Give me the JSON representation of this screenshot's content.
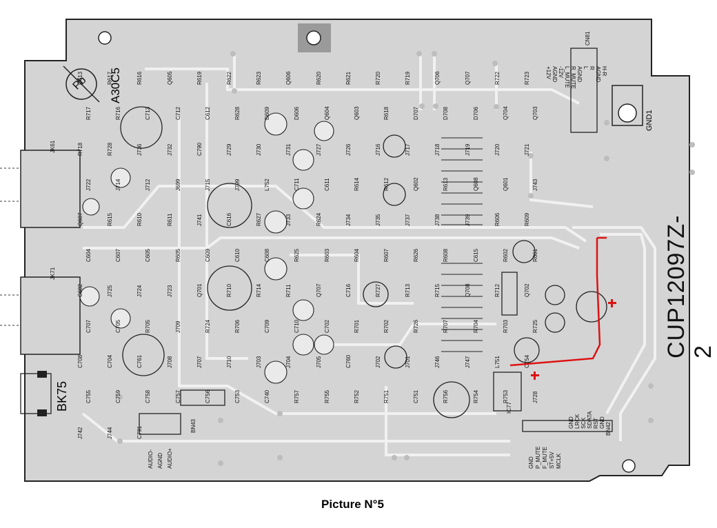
{
  "caption": "Picture N°5",
  "board": {
    "part_number": "CUP12097Z-2",
    "board_code": "A30C5",
    "pb_mark": "Pb",
    "connector_bk75": "BK75",
    "ground_label": "GND1",
    "jacks": [
      "JK61",
      "JK71"
    ],
    "connectors": [
      "CN81",
      "BN42",
      "BN43"
    ],
    "ic": "IC77",
    "audio_pins": [
      "AUDIO-",
      "AGND",
      "AUDIO+"
    ],
    "cn81_pins": [
      "+12V",
      "AGND",
      "-12V",
      "L_MUTE",
      "R_MUTE",
      "AGND",
      "L",
      "R",
      "AGND",
      "H-R"
    ],
    "bn42_pins": [
      "GND",
      "LRCK",
      "SCK",
      "SDATA",
      "RST",
      "GND",
      "GND",
      "P_MUTE",
      "F_MUTE",
      "ST+5V",
      "MCLK"
    ],
    "refs": [
      "C613",
      "R617",
      "R616",
      "Q605",
      "R619",
      "R622",
      "R623",
      "Q606",
      "R620",
      "R621",
      "R720",
      "R719",
      "Q706",
      "Q707",
      "R722",
      "R723",
      "R717",
      "R716",
      "C713",
      "C712",
      "C612",
      "R628",
      "D609",
      "D606",
      "Q604",
      "Q603",
      "R618",
      "D707",
      "D708",
      "D706",
      "Q704",
      "Q703",
      "R718",
      "R728",
      "J736",
      "J732",
      "C790",
      "J729",
      "J730",
      "J731",
      "J727",
      "J726",
      "J716",
      "J717",
      "J718",
      "J719",
      "J720",
      "J721",
      "J722",
      "J714",
      "J712",
      "J699",
      "J715",
      "J799",
      "L752",
      "C711",
      "C611",
      "R614",
      "R612",
      "Q602",
      "R613",
      "Q608",
      "Q601",
      "J743",
      "Q607",
      "R615",
      "R610",
      "R611",
      "J741",
      "C616",
      "R627",
      "J733",
      "R624",
      "J734",
      "J735",
      "J737",
      "J738",
      "J739",
      "R606",
      "R609",
      "C604",
      "C607",
      "C605",
      "R605",
      "C609",
      "C610",
      "C608",
      "R625",
      "R603",
      "R604",
      "R607",
      "R626",
      "R608",
      "C615",
      "R602",
      "R601",
      "C602",
      "J725",
      "J724",
      "J723",
      "Q701",
      "R710",
      "R714",
      "R711",
      "Q707",
      "C716",
      "R727",
      "R713",
      "R715",
      "Q708",
      "R712",
      "Q702",
      "C707",
      "C705",
      "R705",
      "J709",
      "R724",
      "R706",
      "C709",
      "C710",
      "C702",
      "R701",
      "R702",
      "R726",
      "R707",
      "R704",
      "R703",
      "R725",
      "C708",
      "C704",
      "C761",
      "J708",
      "J707",
      "J710",
      "J703",
      "J704",
      "J705",
      "C760",
      "J702",
      "J701",
      "J746",
      "J747",
      "L751",
      "C754",
      "C755",
      "C759",
      "C758",
      "C757",
      "C756",
      "C753",
      "C740",
      "R757",
      "R755",
      "R752",
      "R751",
      "C751",
      "R756",
      "R754",
      "R753",
      "J728",
      "J742",
      "J744",
      "C791"
    ]
  }
}
